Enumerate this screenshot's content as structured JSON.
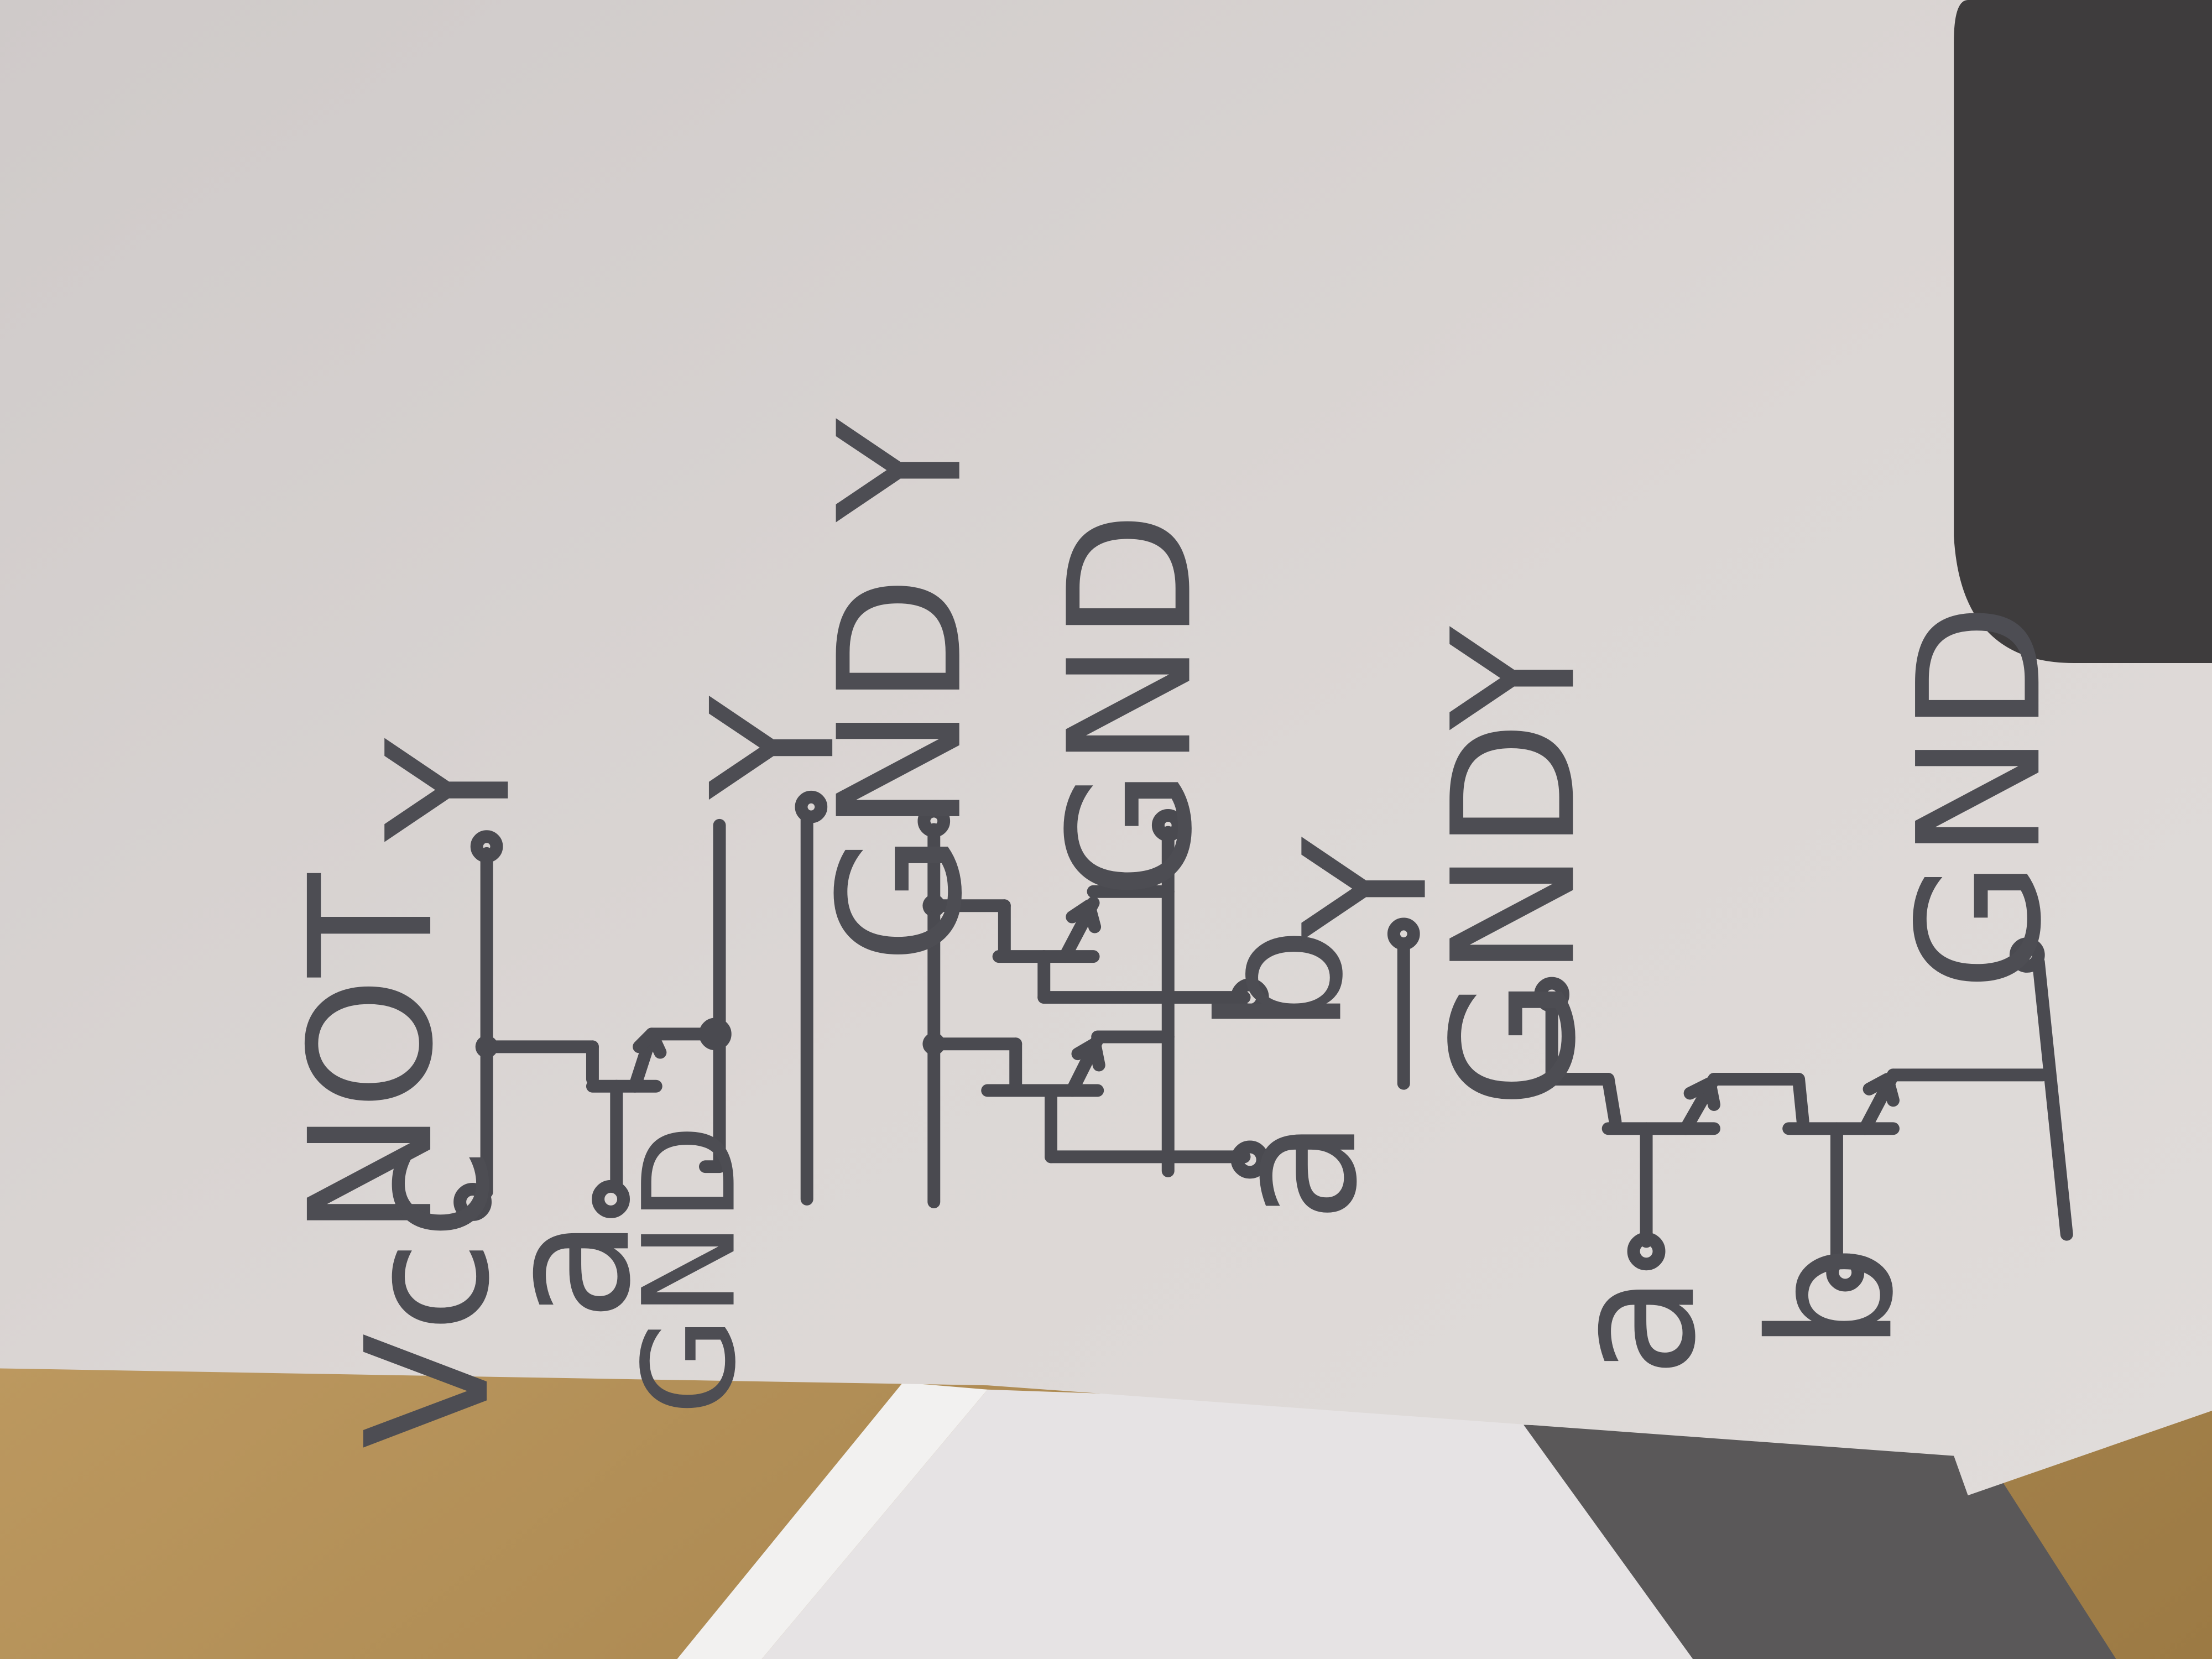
{
  "labels": {
    "title": "NOT",
    "vcc": "Vcc",
    "a_not": "a",
    "gnd_not": "GND",
    "y_not": "Y",
    "y_mid": "Y",
    "gnd_y_or": "GND Y",
    "gnd_or": "GND",
    "a_or": "a",
    "b_or": "b",
    "y_and_top": "Y",
    "gnd_y_and": "GNDY",
    "a_and": "a",
    "b_and": "b",
    "gnd_and": "GND"
  },
  "colors": {
    "paper": "#d6d1cf",
    "pencil": "#4a4a50",
    "wood": "#c9a66b",
    "shadow": "#3e3c3d"
  }
}
